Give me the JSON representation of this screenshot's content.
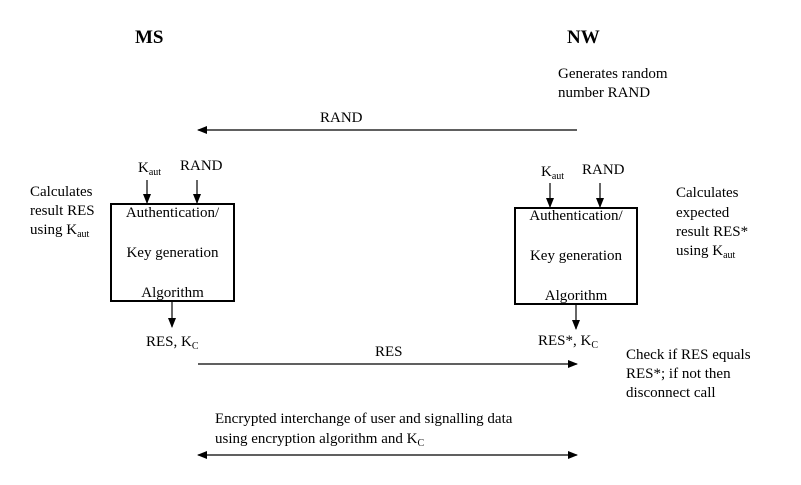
{
  "headers": {
    "ms": "MS",
    "nw": "NW"
  },
  "nw_generate": [
    "Generates random",
    "number RAND"
  ],
  "rand_label": "RAND",
  "ms_side": {
    "k_base": "K",
    "k_sub": "aut",
    "rand_input": "RAND",
    "calc_lines": [
      "Calculates",
      "result RES"
    ],
    "calc_using": "using K",
    "calc_using_sub": "aut",
    "box_lines": [
      "Authentication/",
      "Key generation",
      "Algorithm"
    ],
    "output_base": "RES, K",
    "output_sub": "C"
  },
  "nw_side": {
    "k_base": "K",
    "k_sub": "aut",
    "rand_input": "RAND",
    "calc_lines": [
      "Calculates",
      "expected",
      "result RES*"
    ],
    "calc_using": "using K",
    "calc_using_sub": "aut",
    "box_lines": [
      "Authentication/",
      "Key generation",
      "Algorithm"
    ],
    "output_base": "RES*, K",
    "output_sub": "C"
  },
  "res_label": "RES",
  "check_lines": [
    "Check if RES equals",
    "RES*; if not then",
    "disconnect call"
  ],
  "encrypted_lines": [
    "Encrypted interchange of user and signalling data",
    "using encryption algorithm and K"
  ],
  "encrypted_sub": "C"
}
